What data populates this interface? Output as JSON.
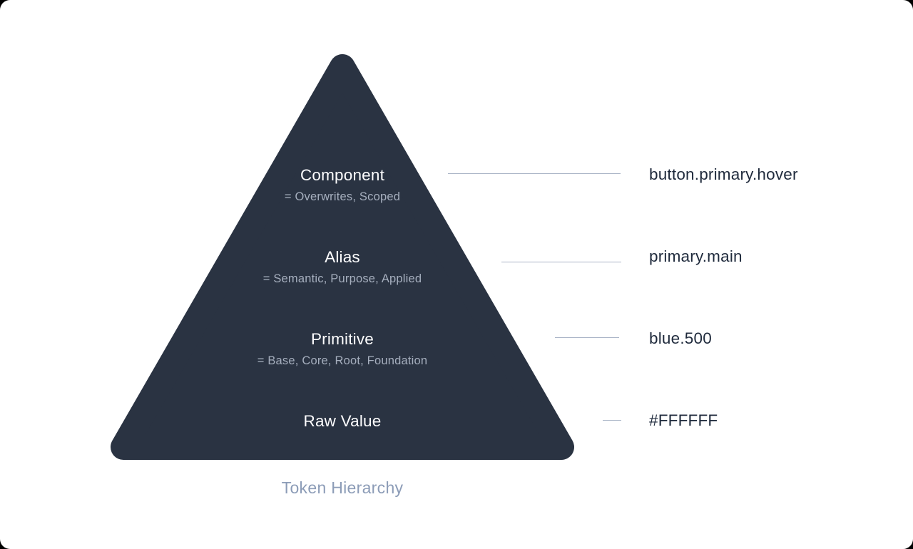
{
  "diagram": {
    "caption": "Token Hierarchy",
    "levels": [
      {
        "title": "Component",
        "subtitle": "= Overwrites, Scoped",
        "example": "button.primary.hover"
      },
      {
        "title": "Alias",
        "subtitle": "= Semantic, Purpose, Applied",
        "example": "primary.main"
      },
      {
        "title": "Primitive",
        "subtitle": "= Base, Core, Root, Foundation",
        "example": "blue.500"
      },
      {
        "title": "Raw Value",
        "example": "#FFFFFF"
      }
    ],
    "colors": {
      "pyramid_fill": "#2a3342",
      "level_title_text": "#fdfdfe",
      "level_subtitle_text": "#a6afbe",
      "example_text": "#1f2a3c",
      "connector_line": "#a9b4c6",
      "caption_text": "#8c9cb7",
      "background": "#ffffff"
    }
  }
}
